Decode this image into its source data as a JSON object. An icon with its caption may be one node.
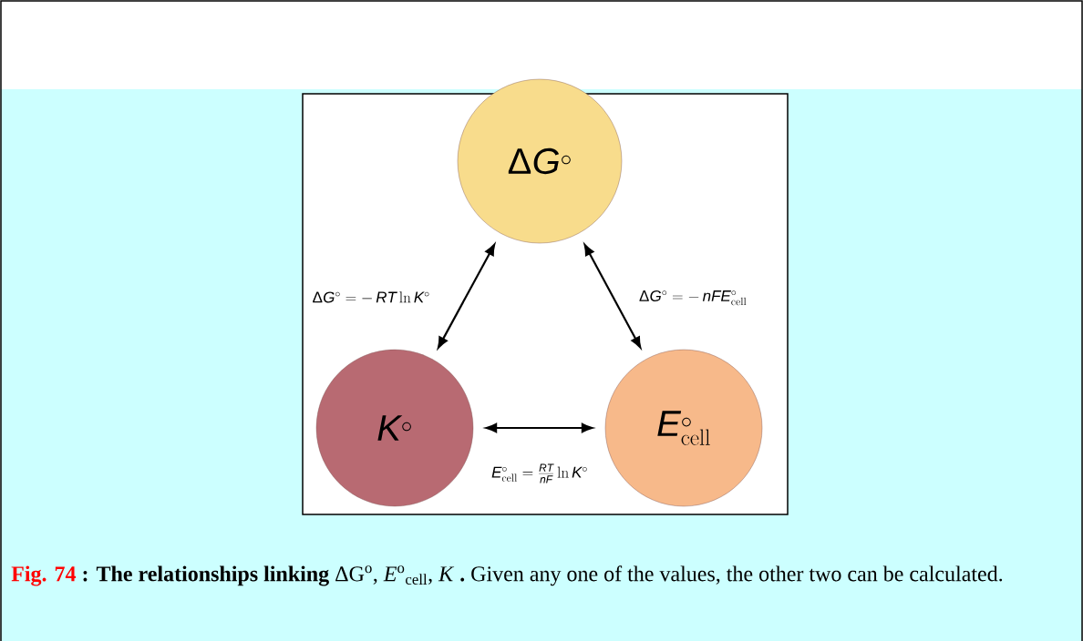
{
  "diagram": {
    "nodes": [
      {
        "text": [
          "\\Delta G^\\circ"
        ]
      },
      {
        "text": [
          "K^\\circ"
        ]
      },
      {
        "text": [
          "E^\\circ_{\\mathrm{cell}}"
        ]
      }
    ],
    "edges": [
      {
        "from": 1,
        "to": 0,
        "arrow": "both",
        "label": "\\Delta G^\\circ = -\\,RT\\ln K^\\circ"
      },
      {
        "from": 0,
        "to": 2,
        "arrow": "both",
        "label": "\\Delta G^\\circ = -\\,nFE^\\circ_{\\mathrm{cell}}"
      },
      {
        "from": 1,
        "to": 2,
        "arrow": "both",
        "label": "E^\\circ_{\\mathrm{cell}} = \\frac{RT}{nF}\\ln K^\\circ"
      }
    ],
    "labels": [
      "Fig. 74"
    ],
    "caption": "**: The relationships linking** ΔG$^{o}$, *E*$^{o}$$_{cell}$, *K* **.** Given any one of the values, the other two can be calculated."
  }
}
